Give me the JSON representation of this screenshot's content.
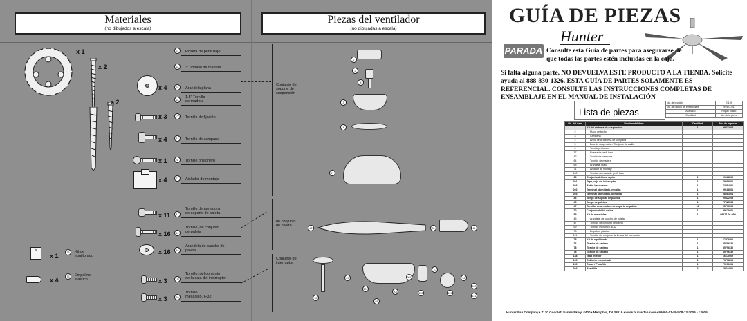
{
  "materials": {
    "title": "Materiales",
    "subtitle": "(no dibujados a escala)",
    "quantities": {
      "q_gasket": "x 1",
      "q_screw_wood3": "x 2",
      "q_wood15": "x 2",
      "q_washer": "x 4",
      "q_fix": "x 3",
      "q_bell": "x 4",
      "q_set": "x 1",
      "q_block": "x 4",
      "q_arm": "x 11",
      "q_conj": "x 16",
      "q_rubber": "x 16",
      "q_kit": "x 1",
      "q_splice": "x 4",
      "q_switch": "x 3",
      "q_mech": "x 3"
    },
    "items": [
      {
        "num": "37",
        "label": "Roseta de perfil bajo"
      },
      {
        "num": "64",
        "label": "3\" Tornillo de madera"
      },
      {
        "num": "68",
        "label": "Arandela plana"
      },
      {
        "num": "64",
        "label": "1.5\" Tornillo\nde madera"
      },
      {
        "num": "100",
        "label": "Tornillo de fijación"
      },
      {
        "num": "42",
        "label": "Tornillo de campana"
      },
      {
        "num": "6",
        "label": "Tornillo prisionero"
      },
      {
        "num": "71",
        "label": "Aislador de montaje"
      },
      {
        "num": "47",
        "label": "Tornillo de armadura\nde soporte de paleta"
      },
      {
        "num": "49",
        "label": "Tornillo, de conjunto\nde paleta"
      },
      {
        "num": "46",
        "label": "Arandela de caucho de\npaleta"
      },
      {
        "num": "75",
        "label": "Kit de\nequilibrado"
      },
      {
        "num": "73",
        "label": "Empalme\nelástico"
      },
      {
        "num": "111",
        "label": "Tornillo, del conjunto\nde la caja del interruptor"
      },
      {
        "num": "69",
        "label": "Tornillo\nmecánico, 6-32"
      }
    ]
  },
  "fan_parts": {
    "title": "Piezas del ventilador",
    "subtitle": "(no dibujadas a escala)",
    "groups": {
      "g1": "Conjunto del\nsoporte de\nsuspensión",
      "g2": "de conjunto\nde paleta",
      "g3": "Conjunto del\ninterruptor"
    },
    "nums": [
      "1",
      "2",
      "5",
      "3",
      "4",
      "17",
      "45",
      "55",
      "33",
      "44",
      "70",
      "68",
      "50",
      "87",
      "201",
      "101",
      "203",
      "202",
      "119",
      "112",
      "141"
    ]
  },
  "guide": {
    "title": "GUÍA DE PIEZAS",
    "brand": "Hunter",
    "stop": "PARADA",
    "notice": "Consulte esta Guía de partes para asegurarse de que todas las partes estén incluidas en la caja.",
    "body": "Si falta alguna parte, NO DEVUELVA ESTE PRODUCTO A LA TIENDA. Solicite ayuda al 888-830-1326. ESTA GUÍA DE PARTES SOLAMENTE ES REFERENCIAL. CONSULTE LAS INSTRUCCIONES COMPLETAS DE ENSAMBLAJE EN EL MANUAL DE INSTALACIÓN",
    "list_title": "Lista de piezas",
    "meta": {
      "model_label": "No. del modelo",
      "model": "21199",
      "drawing_label": "No. del dibujo de ensamblaje",
      "drawing": "99472-01",
      "finish_label": "Acabado",
      "finish": "Níquel pulido",
      "qty_label": "Cantidad",
      "part_label": "No. de la pieza"
    },
    "headers": [
      "No. del ítem",
      "Nombre del ítem",
      "Cantidad",
      "No. de la pieza"
    ],
    "rows": [
      [
        "1",
        "Kit del sistema de suspensión",
        "1",
        "99472-08"
      ],
      [
        "2",
        "Placa de techo",
        "",
        ""
      ],
      [
        "3",
        "Campana",
        "",
        ""
      ],
      [
        "4",
        "Anillo de la cubierta de campana",
        "",
        ""
      ],
      [
        "5",
        "Bola de suspensión / Conjunto de varilla",
        "",
        ""
      ],
      [
        "6",
        "Tornillo prisionero",
        "",
        ""
      ],
      [
        "37",
        "Roseta de perfil bajo",
        "",
        ""
      ],
      [
        "42",
        "Tornillo de campana",
        "",
        ""
      ],
      [
        "64",
        "Tornillo, de madera",
        "",
        ""
      ],
      [
        "68",
        "Arandela, plana",
        "",
        ""
      ],
      [
        "71",
        "Aislador de montaje",
        "",
        ""
      ],
      [
        "100",
        "Tornillo, de rosca de perfil bajo",
        "",
        ""
      ],
      [
        "33",
        "Conjunto del interruptor",
        "1",
        "99188-09"
      ],
      [
        "201",
        "Tapa, caja del interruptor",
        "1",
        "79058-01"
      ],
      [
        "203",
        "Botón basculador",
        "1",
        "73854-01"
      ],
      [
        "202",
        "Terminal atornillado, escalón",
        "1",
        "99188-01"
      ],
      [
        "204",
        "Terminal atornillado, bombilla",
        "1",
        "98083-01"
      ],
      [
        "44",
        "Juego de soporte de paletas",
        "1",
        "99822-05"
      ],
      [
        "45",
        "Juego de paletas",
        "1",
        "77325-35"
      ],
      [
        "47",
        "Tornillo, de armadura de soporte de paleta",
        "11",
        "65796-05"
      ],
      [
        "70",
        "Conjunto del kit de luz",
        "1",
        "99670-01"
      ],
      [
        "55",
        "Kit de materiales",
        "1",
        "99477-06-099"
      ],
      [
        "46",
        "Arandela, de caucho, de paleta",
        "",
        ""
      ],
      [
        "47",
        "Tornillo, de conjunto de paleta",
        "",
        ""
      ],
      [
        "69",
        "Tornillo, mecánico, 6-32",
        "",
        ""
      ],
      [
        "73",
        "Empalme plástico",
        "",
        ""
      ],
      [
        "111",
        "Tornillo, del conjunto de la caja del interruptor",
        "",
        ""
      ],
      [
        "75",
        "Kit de equilibrado",
        "1",
        "67870-01"
      ],
      [
        "76",
        "Tirador de cadena",
        "1",
        "85796-30"
      ],
      [
        "78",
        "Tirador de cadena",
        "1",
        "85796-30"
      ],
      [
        "78",
        "Tirador de cadena",
        "1",
        "85796-32"
      ],
      [
        "148",
        "Tapa inferior",
        "1",
        "66670-02"
      ],
      [
        "149",
        "Cubierta encamisada",
        "1",
        "73708-01"
      ],
      [
        "150",
        "Globo / Portafilo",
        "1",
        "79201-01"
      ],
      [
        "203",
        "Bombilla",
        "3",
        "69744-01"
      ]
    ],
    "footer": "Hunter Fan Company  •  7130 Goodlett Farms Pkwy. #400  •  Memphis, TN 38016  •  www.hunterfan.com  •  99000-01-894  08-13-2009  •  c2009"
  }
}
